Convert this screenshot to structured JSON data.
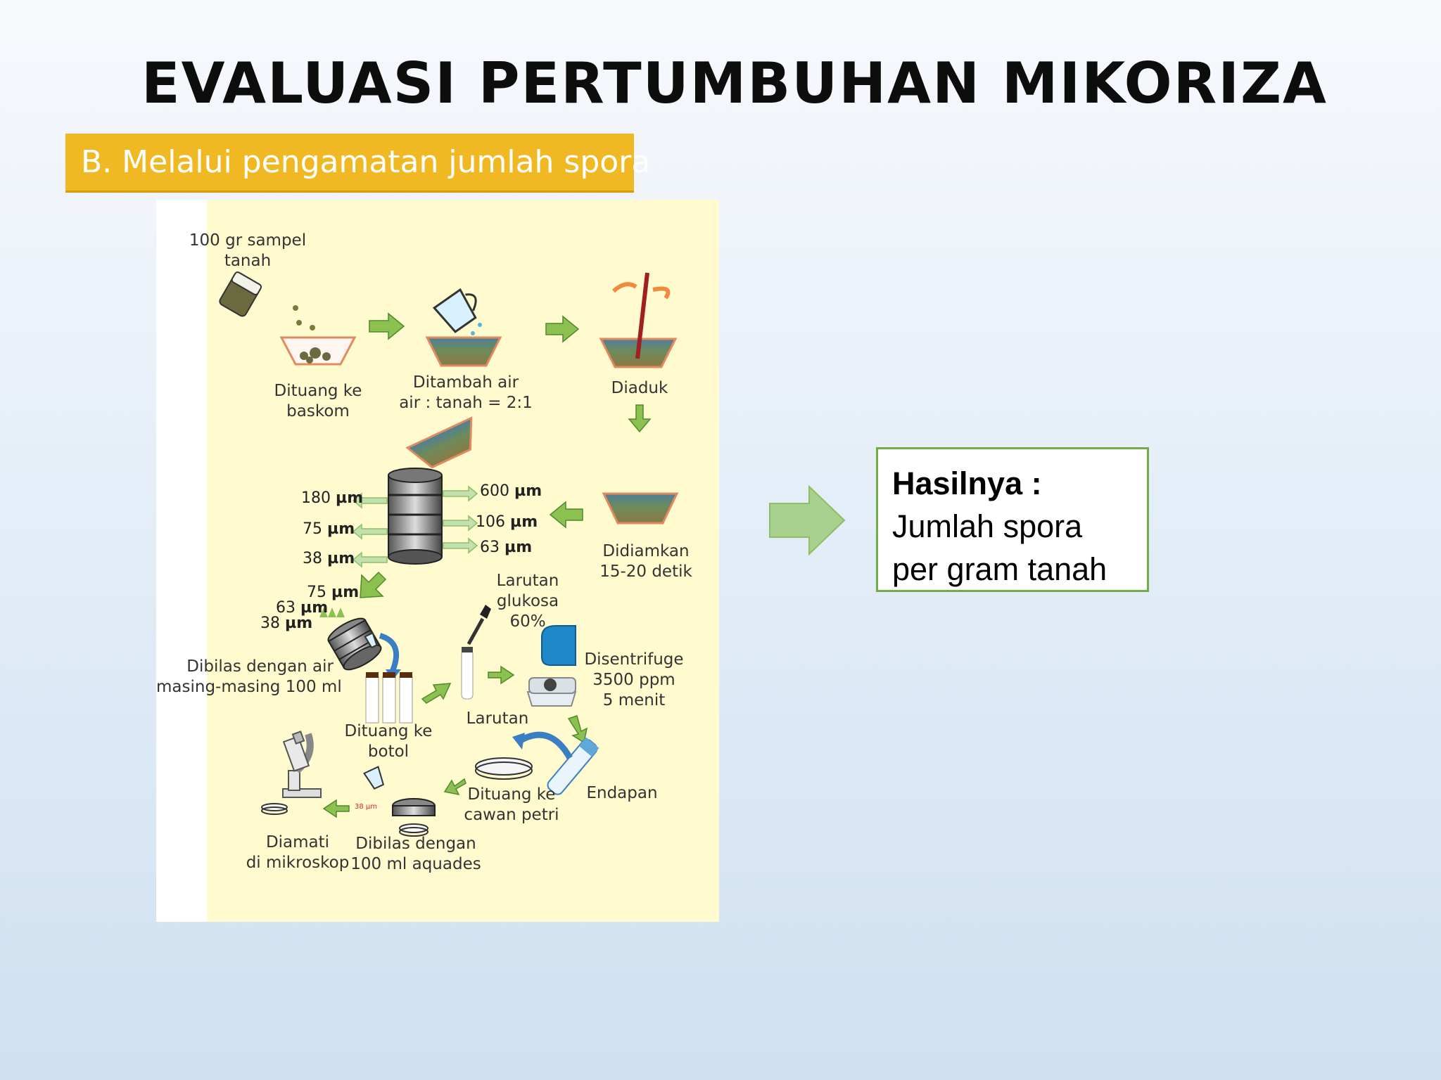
{
  "slide": {
    "title": "EVALUASI PERTUMBUHAN MIKORIZA",
    "subtitle": "B. Melalui pengamatan jumlah spora",
    "colors": {
      "subtitle_bg": "#f0b823",
      "figure_bg": "#fffbcf",
      "result_border": "#70ad47",
      "arrow_green": "#a9d18e"
    }
  },
  "diagram": {
    "sample": [
      "100 gr sampel",
      "tanah"
    ],
    "step_basin": [
      "Dituang ke",
      "baskom"
    ],
    "step_water": [
      "Ditambah air",
      "air : tanah = 2:1"
    ],
    "step_stir": "Diaduk",
    "step_settle": [
      "Didiamkan",
      "15-20 detik"
    ],
    "sieves_left": [
      {
        "num": "180",
        "unit": "µm"
      },
      {
        "num": "75",
        "unit": "µm"
      },
      {
        "num": "38",
        "unit": "µm"
      }
    ],
    "sieves_right": [
      {
        "num": "600",
        "unit": "µm"
      },
      {
        "num": "106",
        "unit": "µm"
      },
      {
        "num": "63",
        "unit": "µm"
      }
    ],
    "sieves_small": [
      {
        "num": "75",
        "unit": "µm"
      },
      {
        "num": "63",
        "unit": "µm"
      },
      {
        "num": "38",
        "unit": "µm"
      }
    ],
    "glucose": [
      "Larutan",
      "glukosa",
      "60%"
    ],
    "rinse": [
      "Dibilas dengan air",
      "masing-masing 100 ml"
    ],
    "bottle": [
      "Dituang ke",
      "botol"
    ],
    "solution": "Larutan",
    "centrifuge": [
      "Disentrifuge",
      "3500 ppm",
      "5 menit"
    ],
    "sediment": "Endapan",
    "petri": [
      "Dituang ke",
      "cawan petri"
    ],
    "rinse_aquades": [
      "Dibilas dengan",
      "100 ml aquades"
    ],
    "observe": [
      "Diamati",
      "di mikroskop"
    ],
    "small_sieve_tag": "38 µm"
  },
  "result": {
    "heading": "Hasilnya :",
    "lines": [
      "Jumlah spora",
      "per gram tanah"
    ]
  }
}
